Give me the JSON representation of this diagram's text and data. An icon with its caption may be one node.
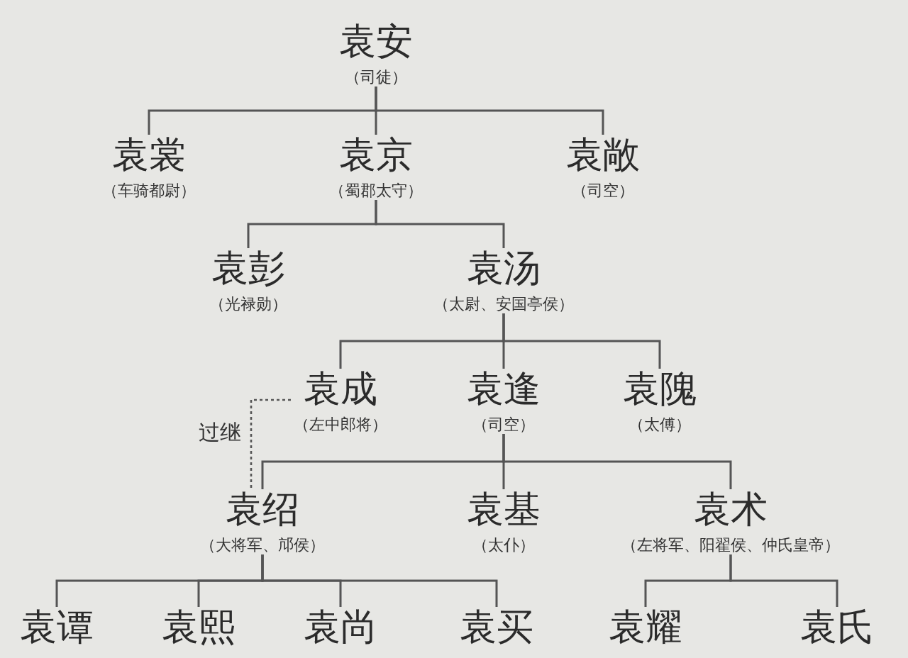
{
  "diagram": {
    "nodes": [
      {
        "text": [
          "袁安",
          "（司徒）"
        ]
      },
      {
        "text": [
          "袁裳",
          "（车骑都尉）"
        ]
      },
      {
        "text": [
          "袁京",
          "（蜀郡太守）"
        ]
      },
      {
        "text": [
          "袁敞",
          "（司空）"
        ]
      },
      {
        "text": [
          "袁彭",
          "（光禄勋）"
        ]
      },
      {
        "text": [
          "袁汤",
          "（太尉、安国亭侯）"
        ]
      },
      {
        "text": [
          "袁成",
          "（左中郎将）"
        ]
      },
      {
        "text": [
          "袁逢",
          "（司空）"
        ]
      },
      {
        "text": [
          "袁隗",
          "（太傅）"
        ]
      },
      {
        "text": [
          "袁绍",
          "（大将军、邟侯）"
        ]
      },
      {
        "text": [
          "袁基",
          "（太仆）"
        ]
      },
      {
        "text": [
          "袁术",
          "（左将军、阳翟侯、仲氏皇帝）"
        ]
      },
      {
        "text": [
          "袁谭"
        ]
      },
      {
        "text": [
          "袁熙"
        ]
      },
      {
        "text": [
          "袁尚"
        ]
      },
      {
        "text": [
          "袁买"
        ]
      },
      {
        "text": [
          "袁耀"
        ]
      },
      {
        "text": [
          "袁氏"
        ]
      }
    ],
    "edges": [
      {
        "from": 0,
        "to": 1,
        "arrow": "none"
      },
      {
        "from": 0,
        "to": 2,
        "arrow": "none"
      },
      {
        "from": 0,
        "to": 3,
        "arrow": "none"
      },
      {
        "from": 2,
        "to": 4,
        "arrow": "none"
      },
      {
        "from": 2,
        "to": 5,
        "arrow": "none"
      },
      {
        "from": 5,
        "to": 6,
        "arrow": "none"
      },
      {
        "from": 5,
        "to": 7,
        "arrow": "none"
      },
      {
        "from": 5,
        "to": 8,
        "arrow": "none"
      },
      {
        "from": 7,
        "to": 9,
        "arrow": "none"
      },
      {
        "from": 7,
        "to": 10,
        "arrow": "none"
      },
      {
        "from": 7,
        "to": 11,
        "arrow": "none"
      },
      {
        "from": 9,
        "to": 12,
        "arrow": "none"
      },
      {
        "from": 9,
        "to": 13,
        "arrow": "none"
      },
      {
        "from": 9,
        "to": 14,
        "arrow": "none"
      },
      {
        "from": 9,
        "to": 15,
        "arrow": "none"
      },
      {
        "from": 11,
        "to": 16,
        "arrow": "none"
      },
      {
        "from": 11,
        "to": 17,
        "arrow": "none"
      },
      {
        "from": 6,
        "to": 9,
        "arrow": "none",
        "label": "过继",
        "style": "dashed"
      }
    ]
  }
}
